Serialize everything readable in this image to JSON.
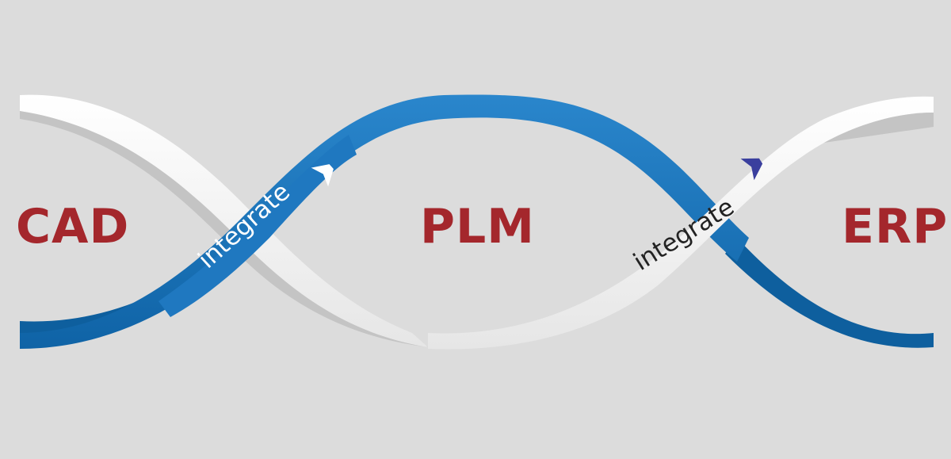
{
  "colors": {
    "background": "#dcdcdc",
    "term_red": "#a4272c",
    "ribbon_blue": "#1f78c0",
    "ribbon_blue_dark": "#0e5f9e",
    "ribbon_white": "#f4f4f4",
    "ribbon_white_shade": "#c4c4c4",
    "label_dark": "#222222",
    "arrow_blue": "#3a3f9e"
  },
  "terms": {
    "left": "CAD",
    "center": "PLM",
    "right": "ERP"
  },
  "ribbon_labels": {
    "first": "integrate",
    "second": "integrate"
  },
  "icons": {
    "first_arrow": "chevron-right-icon",
    "second_arrow": "chevron-right-icon"
  }
}
